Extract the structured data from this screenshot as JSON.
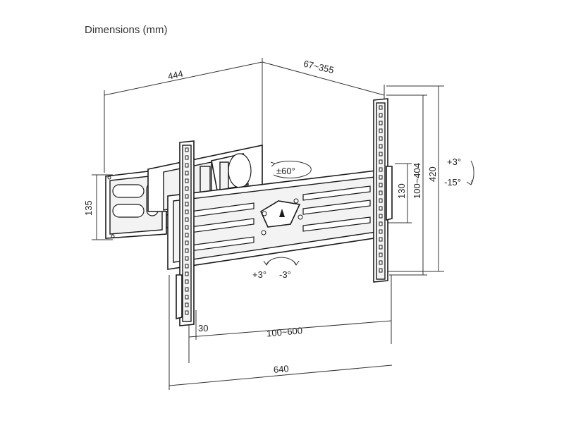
{
  "title": "Dimensions (mm)",
  "dimensions": {
    "depth_width": "444",
    "extension": "67~355",
    "arm_height": "135",
    "vesa_vertical_inner": "130",
    "vesa_vertical": "100~404",
    "plate_height": "420",
    "edge_offset": "30",
    "vesa_horizontal": "100~600",
    "plate_width": "640"
  },
  "rotations": {
    "swivel": "±60°",
    "tilt_up": "+3°",
    "tilt_down": "-15°",
    "level_plus": "+3°",
    "level_minus": "-3°"
  }
}
